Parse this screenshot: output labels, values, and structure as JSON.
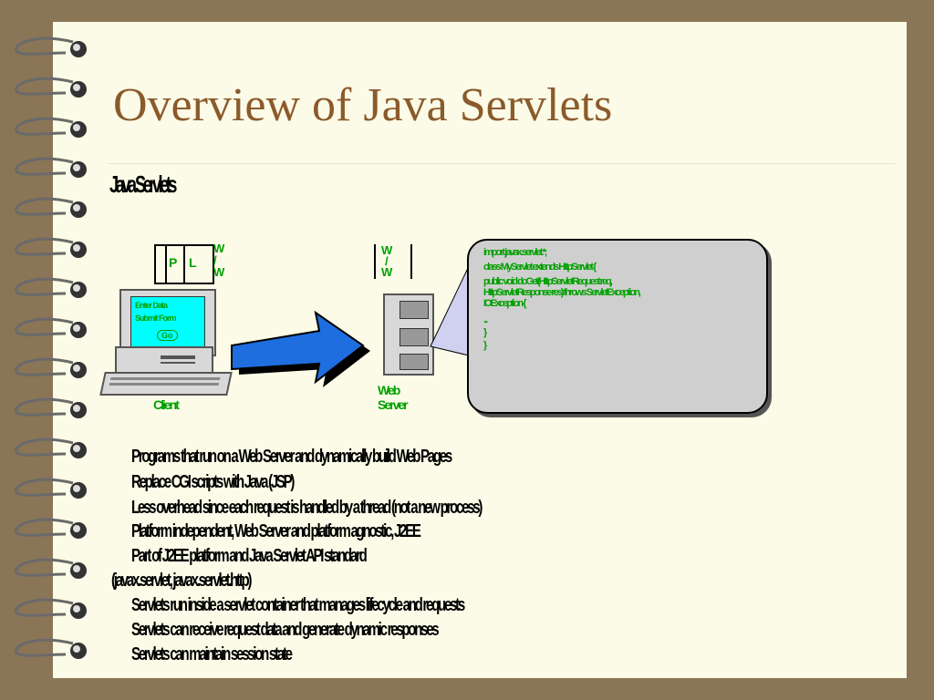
{
  "slide": {
    "title": "Overview of Java Servlets",
    "heading": "Java Servlets",
    "bullets": [
      "Programs that run on a Web Server and dynamically build Web Pages",
      "Replace CGI scripts with Java (JSP)",
      "Less overhead since each request is handled by a thread (not a new process)",
      "Platform independent, Web Server and platform agnostic, J2EE",
      "Part of J2EE platform and Java Servlet API standard",
      "(javax.servlet, javax.servlet.http)",
      "Servlets run inside a servlet container that manages lifecycle and requests",
      "Servlets can receive request data and generate dynamic responses",
      "Servlets can maintain session state"
    ]
  },
  "diagram": {
    "client_label": "Client",
    "client_screen_lines": [
      "Enter Data",
      "Submit Form",
      "Go"
    ],
    "client_doc_letters": [
      "P",
      "L"
    ],
    "client_www": [
      "W",
      "/",
      "W"
    ],
    "server_label": "Web Server",
    "server_www": [
      "W",
      "/",
      "W"
    ],
    "code_lines": [
      "import javax.servlet.*;",
      "class MyServlet extends HttpServlet {",
      "public void doGet(HttpServletRequest req,",
      "HttpServletResponse res) throws ServletException,",
      "IOException {",
      "...",
      "}",
      "}"
    ]
  },
  "colors": {
    "background": "#8a7556",
    "page": "#fbfbe7",
    "title": "#8b5a2b",
    "diagram_text": "#00a000",
    "arrow": "#1e6ee0",
    "screen": "#00ffff"
  }
}
